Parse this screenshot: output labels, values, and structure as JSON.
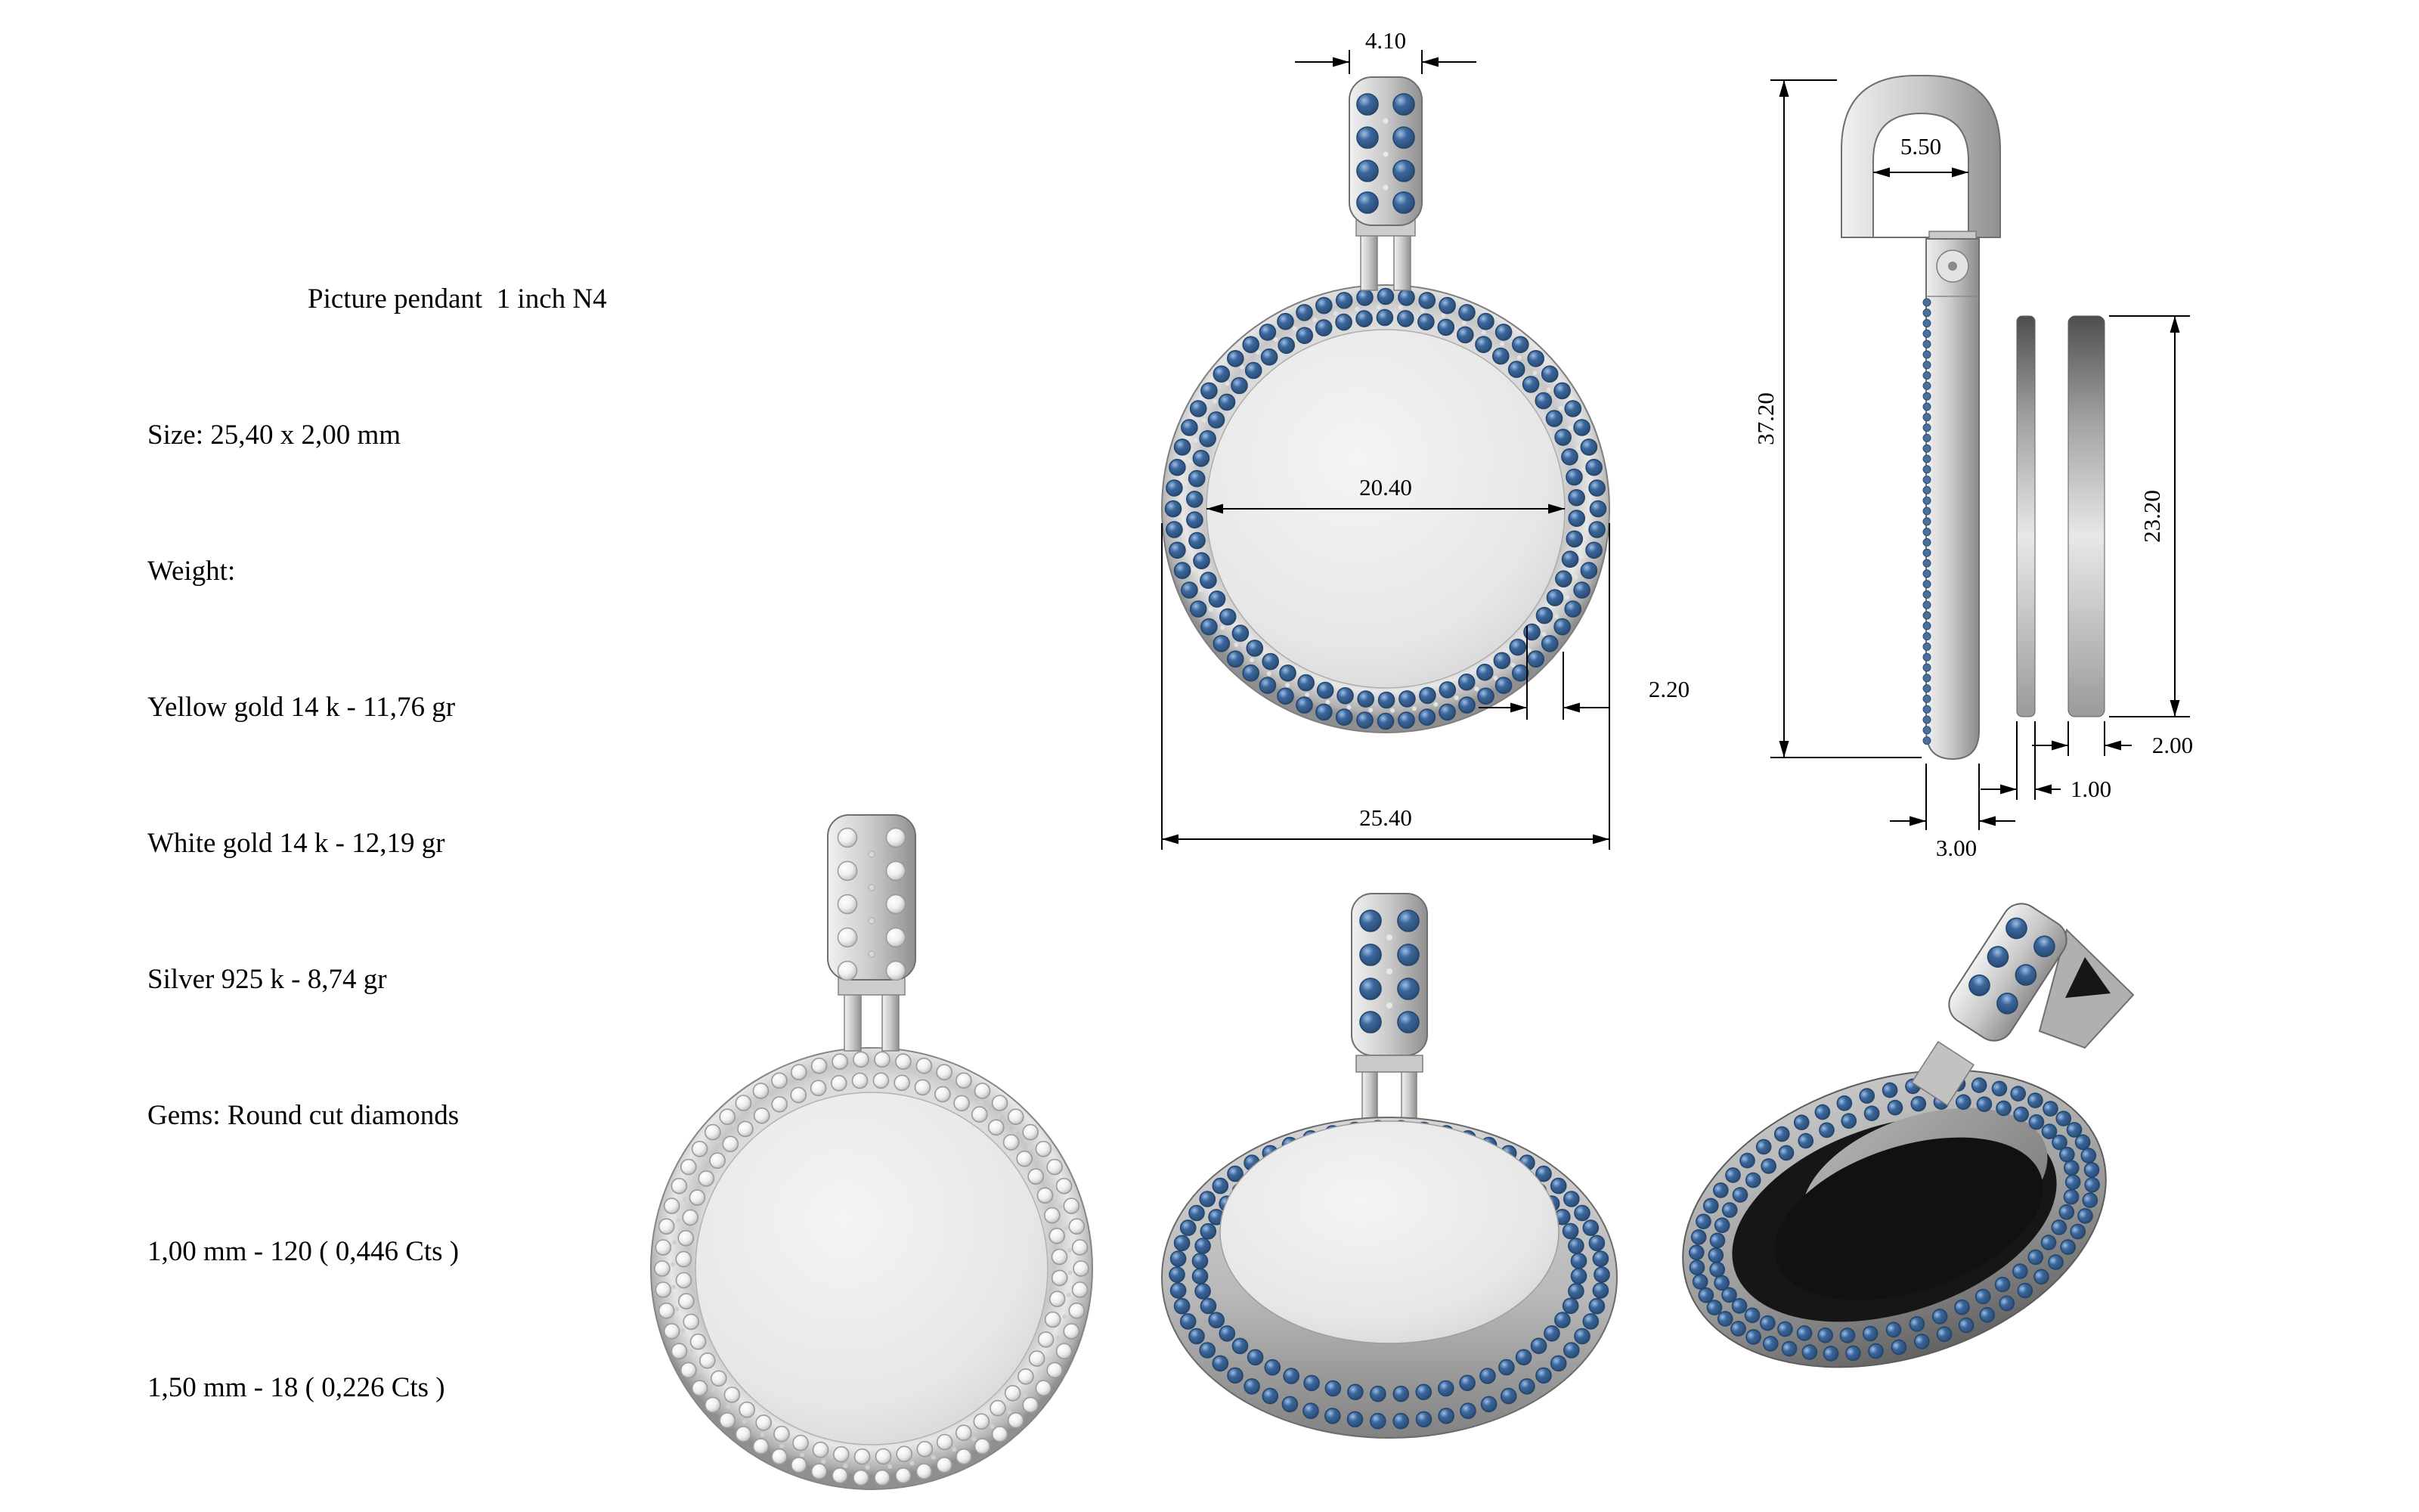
{
  "info": {
    "title": "Picture pendant  1 inch N4",
    "lines": [
      "Size: 25,40 x 2,00 mm",
      "Weight:",
      "Yellow gold 14 k - 11,76 gr",
      "White gold 14 k - 12,19 gr",
      "Silver 925 k - 8,74 gr",
      "Gems: Round cut diamonds",
      "1,00 mm - 120 ( 0,446 Cts )",
      "1,50 mm - 18 ( 0,226 Cts )"
    ]
  },
  "dims": {
    "front": {
      "bail_width": "4.10",
      "inner_diameter": "20.40",
      "rim_width": "2.20",
      "outer_diameter": "25.40"
    },
    "side": {
      "bail_inner": "5.50",
      "total_height": "37.20",
      "plate_height": "23.20",
      "back_thickness": "2.00",
      "mid_thickness": "1.00",
      "side_thickness": "3.00"
    }
  },
  "colors": {
    "gem_blue": "#3c679c",
    "gem_blue_dark": "#27496f",
    "gem_outline": "#24466e",
    "metal_light": "#ececec",
    "metal_mid": "#b9b9b9",
    "metal_dark": "#8a8a8a",
    "dim_line": "#000000"
  }
}
